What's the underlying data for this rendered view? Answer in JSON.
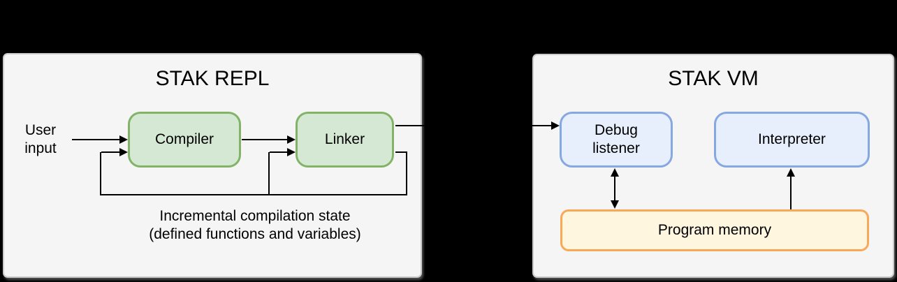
{
  "background": "#000000",
  "repl": {
    "title": "STAK REPL",
    "user_input_label": "User\ninput",
    "compiler_label": "Compiler",
    "linker_label": "Linker",
    "state_note": "Incremental compilation state\n(defined functions and variables)"
  },
  "vm": {
    "title": "STAK VM",
    "debug_listener_label": "Debug\nlistener",
    "interpreter_label": "Interpreter",
    "program_memory_label": "Program memory"
  },
  "arrows": [
    {
      "from": "User input",
      "to": "Compiler",
      "style": "single"
    },
    {
      "from": "Compiler",
      "to": "Linker",
      "style": "single"
    },
    {
      "from": "Linker",
      "to": "Debug listener",
      "style": "single"
    },
    {
      "from": "Linker",
      "to": "Compiler and Linker",
      "style": "feedback-loop",
      "label": "Incremental compilation state (defined functions and variables)"
    },
    {
      "from": "Debug listener",
      "to": "Program memory",
      "style": "double-headed"
    },
    {
      "from": "Program memory",
      "to": "Interpreter",
      "style": "single"
    }
  ],
  "colors": {
    "background": "#000000",
    "panel_fill": "#f5f5f5",
    "panel_border": "#cbcbcb",
    "green_fill": "#d5e8d4",
    "green_border": "#82b366",
    "blue_fill": "#e8effc",
    "blue_border": "#85a8e0",
    "orange_fill": "#fff6e0",
    "orange_border": "#f9a857",
    "arrow": "#000000",
    "text": "#000000"
  }
}
